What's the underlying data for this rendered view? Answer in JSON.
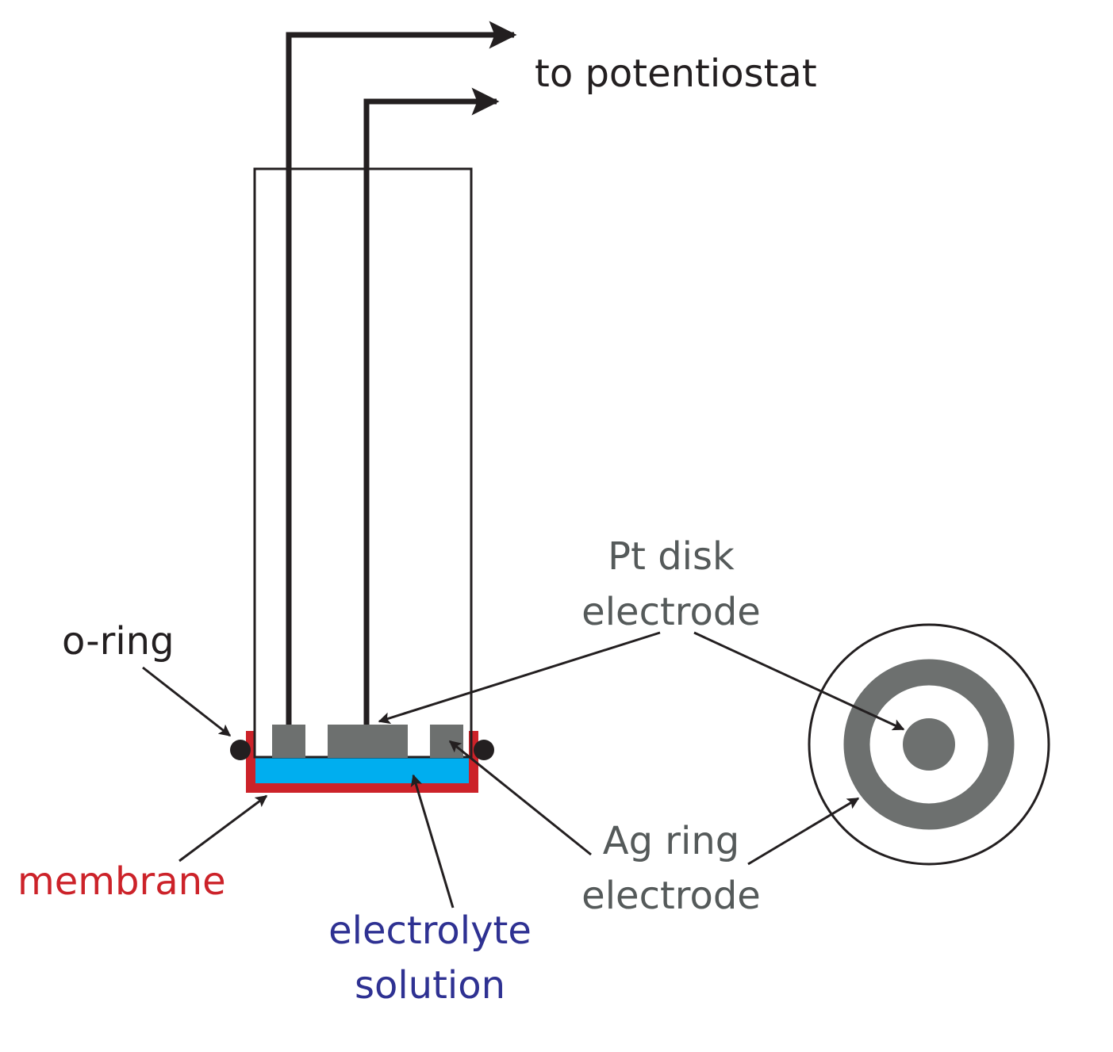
{
  "labels": {
    "potentiostat": "to potentiostat",
    "pt_disk_line1": "Pt disk",
    "pt_disk_line2": "electrode",
    "o_ring": "o-ring",
    "membrane": "membrane",
    "electrolyte_line1": "electrolyte",
    "electrolyte_line2": "solution",
    "ag_ring_line1": "Ag ring",
    "ag_ring_line2": "electrode"
  },
  "colors": {
    "line": "#231f20",
    "electrode_gray": "#6d706f",
    "electrolyte_blue": "#00aeef",
    "membrane_red": "#cc2229",
    "label_gray": "#555a5a",
    "label_navy": "#2e3192"
  }
}
